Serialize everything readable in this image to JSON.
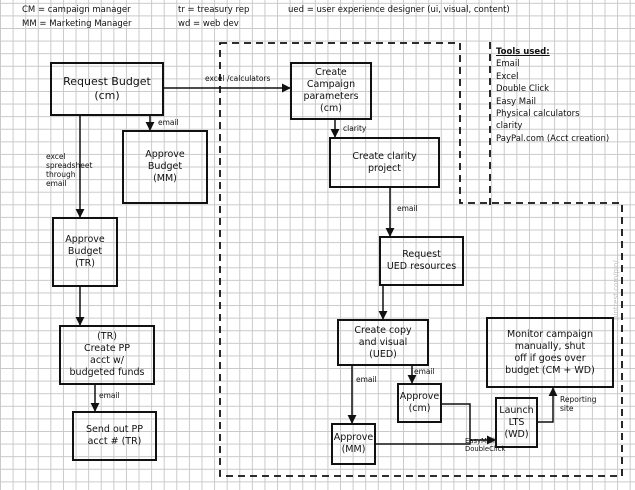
{
  "legend": {
    "cm": "CM = campaign manager",
    "mm": "MM = Marketing Manager",
    "tr": "tr = treasury rep",
    "wd": "wd = web dev",
    "ued": "ued = user experience designer (ui, visual, content)"
  },
  "tools": {
    "title": "Tools used:",
    "items": [
      "Email",
      "Excel",
      "Double Click",
      "Easy Mail",
      "Physical calculators",
      "clarity",
      "PayPal.com (Acct creation)"
    ]
  },
  "boxes": {
    "request_budget": [
      "Request Budget",
      "(cm)"
    ],
    "approve_budget_mm": [
      "Approve",
      "Budget",
      "(MM)"
    ],
    "approve_budget_tr": [
      "Approve",
      "Budget",
      "(TR)"
    ],
    "create_pp": [
      "(TR)",
      "Create PP",
      "acct w/",
      "budgeted funds"
    ],
    "send_out_pp": [
      "Send out PP",
      "acct # (TR)"
    ],
    "create_campaign": [
      "Create",
      "Campaign",
      "parameters",
      "(cm)"
    ],
    "create_clarity": [
      "Create clarity",
      "project"
    ],
    "request_ued": [
      "Request",
      "UED resources"
    ],
    "create_copy": [
      "Create copy",
      "and visual",
      "(UED)"
    ],
    "approve_cm": [
      "Approve",
      "(cm)"
    ],
    "approve_mm": [
      "Approve",
      "(MM)"
    ],
    "launch": [
      "Launch",
      "LTS",
      "(WD)"
    ],
    "monitor": [
      "Monitor campaign",
      "manually, shut",
      "off if goes over",
      "budget (CM + WD)"
    ]
  },
  "labels": {
    "email_1": "email",
    "excel_spreadsheet": [
      "excel",
      "spreadsheet",
      "through",
      "email"
    ],
    "excel_calculators": "excel /calculators",
    "clarity": "clarity",
    "email_2": "email",
    "email_3": "email",
    "email_4": "email",
    "email_5": "email",
    "reporting_site": [
      "Reporting",
      "site"
    ],
    "easymail": [
      "EasyMail/",
      "DoubleClick"
    ]
  },
  "watermark": "pintrest.com/pin/..."
}
